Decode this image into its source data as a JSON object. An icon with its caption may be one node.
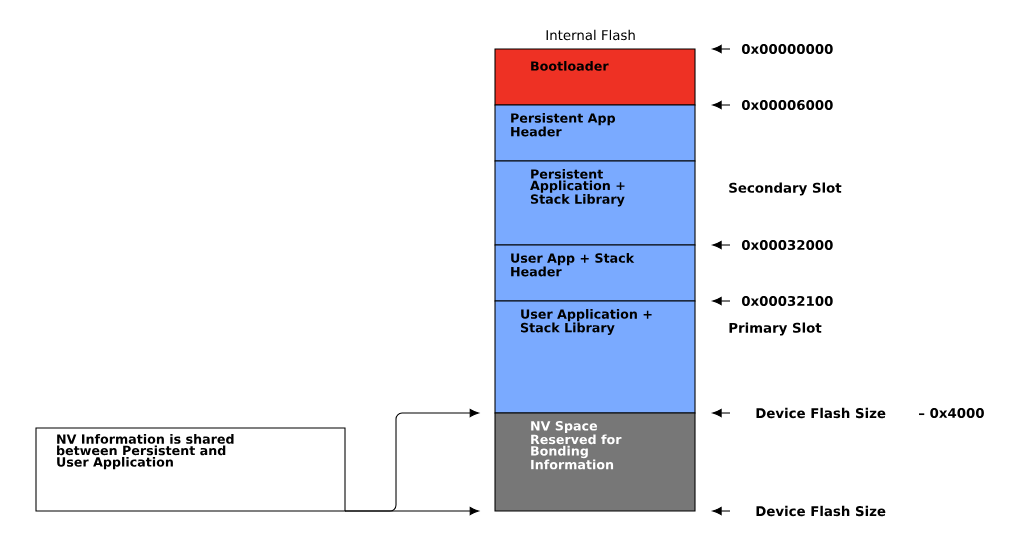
{
  "diagram": {
    "nodes": [
      {
        "text": [
          "Bootloader"
        ]
      },
      {
        "text": [
          "Persistent App Header"
        ]
      },
      {
        "text": [
          "Persistent Application + Stack Library"
        ]
      },
      {
        "text": [
          "User App + Stack Header"
        ]
      },
      {
        "text": [
          "User Application + Stack Library"
        ]
      },
      {
        "text": [
          "NV Space Reserved for Bonding Information"
        ]
      },
      {
        "text": [
          "NV Information is shared between Persistent and User Application"
        ]
      }
    ],
    "edges": [
      {
        "from": 6,
        "to": 5,
        "arrow": "to"
      },
      {
        "from": 6,
        "to": 5,
        "arrow": "to"
      }
    ],
    "labels": [
      "Internal Flash",
      "0x00000000",
      "0x00006000",
      "Secondary Slot",
      "0x00032000",
      "0x00032100",
      "Primary Slot",
      "Device Flash Size",
      "– 0x4000",
      "Device Flash Size"
    ]
  }
}
